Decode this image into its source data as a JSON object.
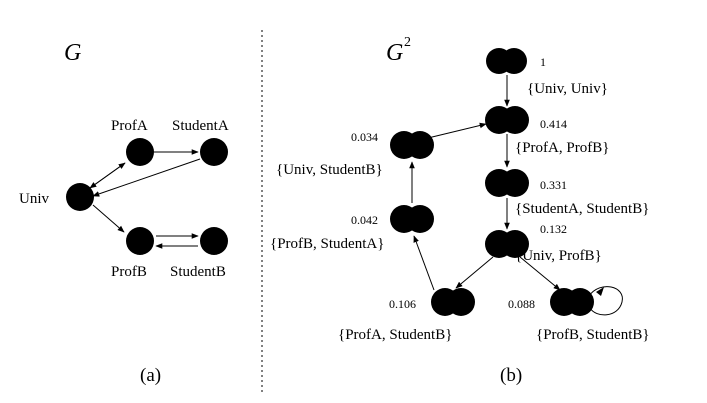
{
  "panel_a": {
    "title": "G",
    "caption": "(a)",
    "nodes": {
      "univ": "Univ",
      "profA": "ProfA",
      "studentA": "StudentA",
      "profB": "ProfB",
      "studentB": "StudentB"
    }
  },
  "panel_b": {
    "title": "G",
    "title_sup": "2",
    "caption": "(b)",
    "nodes": {
      "n1": {
        "value": "1",
        "label": "{Univ, Univ}"
      },
      "n2": {
        "value": "0.414",
        "label": "{ProfA, ProfB}"
      },
      "n3": {
        "value": "0.331",
        "label": "{StudentA, StudentB}"
      },
      "n4": {
        "value": "0.132",
        "label": "{Univ, ProfB}"
      },
      "n5": {
        "value": "0.106",
        "label": "{ProfA, StudentB}"
      },
      "n6": {
        "value": "0.088",
        "label": "{ProfB, StudentB}"
      },
      "n7": {
        "value": "0.042",
        "label": "{ProfB, StudentA}"
      },
      "n8": {
        "value": "0.034",
        "label": "{Univ, StudentB}"
      }
    }
  }
}
